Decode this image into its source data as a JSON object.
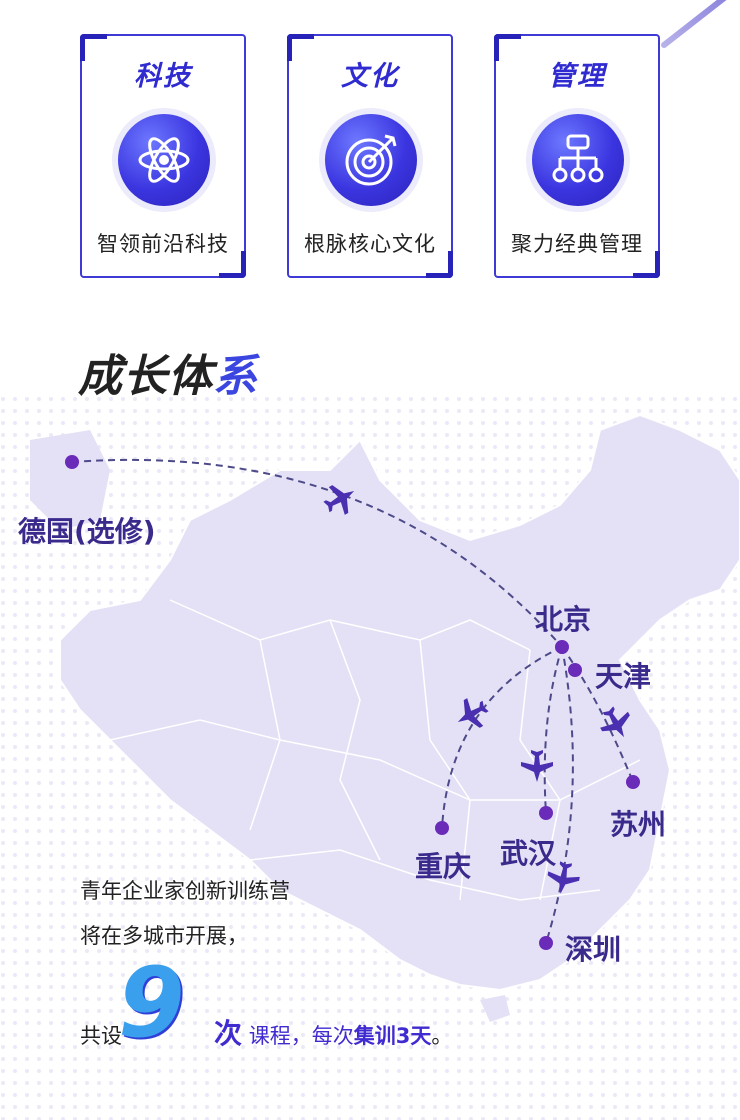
{
  "cards": [
    {
      "title": "科技",
      "subtitle": "智领前沿科技",
      "icon": "atom-icon"
    },
    {
      "title": "文化",
      "subtitle": "根脉核心文化",
      "icon": "target-icon"
    },
    {
      "title": "管理",
      "subtitle": "聚力经典管理",
      "icon": "org-chart-icon"
    }
  ],
  "section": {
    "title_main": "成长体",
    "title_last": "系"
  },
  "cities": {
    "germany": "德国(选修)",
    "beijing": "北京",
    "tianjin": "天津",
    "suzhou": "苏州",
    "chongqing": "重庆",
    "wuhan": "武汉",
    "shenzhen": "深圳"
  },
  "description": {
    "line1": "青年企业家创新训练营",
    "line2": "将在多城市开展，",
    "prefix": "共设",
    "count": "9",
    "unit": "次",
    "course": " 课程，每次",
    "highlight": "集训3天",
    "end": "。"
  },
  "colors": {
    "accent": "#3f2bd0",
    "map_fill": "#e6e3f7",
    "route": "#5a4fb0"
  }
}
